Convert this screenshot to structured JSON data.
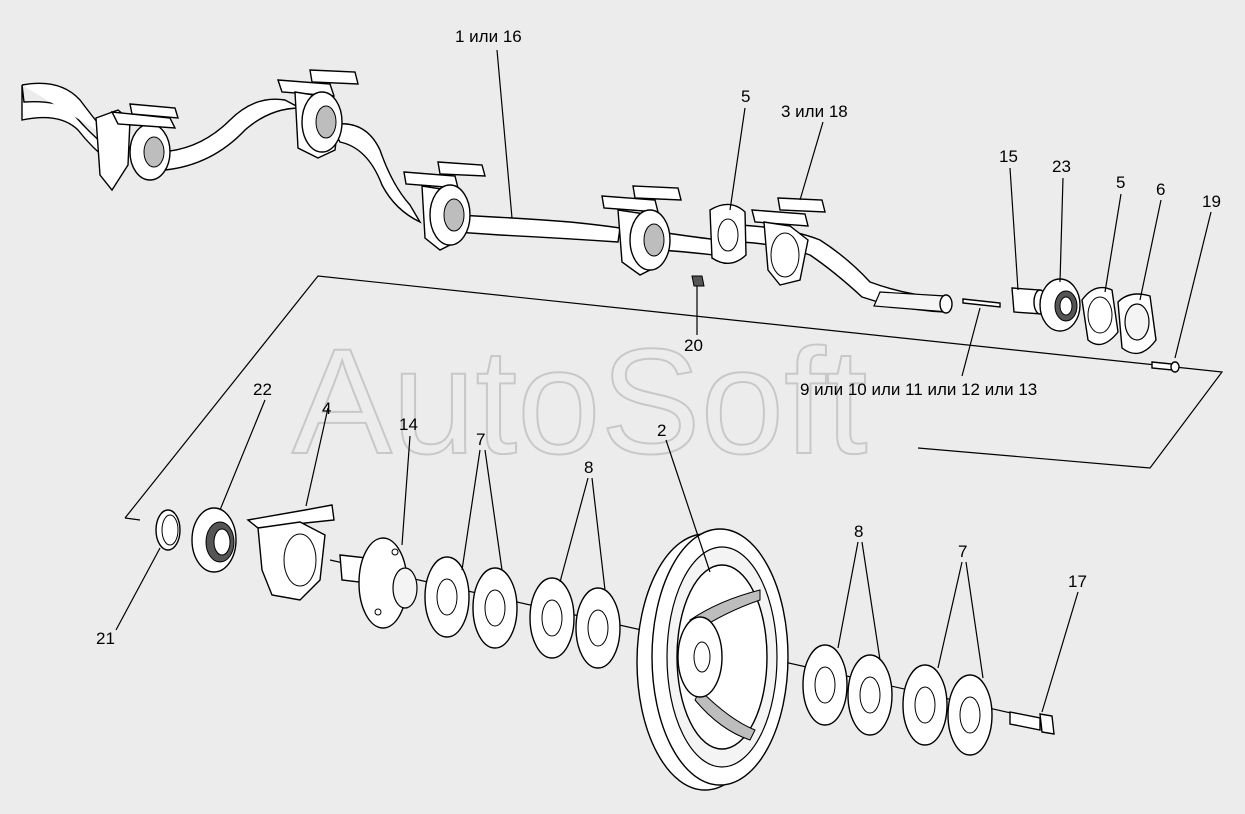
{
  "watermark": "AutoSoft",
  "callouts": [
    {
      "id": "c1",
      "text": "1 или 16"
    },
    {
      "id": "c5a",
      "text": "5"
    },
    {
      "id": "c3",
      "text": "3 или 18"
    },
    {
      "id": "c15",
      "text": "15"
    },
    {
      "id": "c23",
      "text": "23"
    },
    {
      "id": "c5b",
      "text": "5"
    },
    {
      "id": "c6",
      "text": "6"
    },
    {
      "id": "c19",
      "text": "19"
    },
    {
      "id": "c20",
      "text": "20"
    },
    {
      "id": "c9",
      "text": "9 или 10 или 11 или 12 или 13"
    },
    {
      "id": "c22",
      "text": "22"
    },
    {
      "id": "c4",
      "text": "4"
    },
    {
      "id": "c14",
      "text": "14"
    },
    {
      "id": "c7a",
      "text": "7"
    },
    {
      "id": "c8a",
      "text": "8"
    },
    {
      "id": "c2",
      "text": "2"
    },
    {
      "id": "c8b",
      "text": "8"
    },
    {
      "id": "c7b",
      "text": "7"
    },
    {
      "id": "c17",
      "text": "17"
    },
    {
      "id": "c21",
      "text": "21"
    }
  ]
}
